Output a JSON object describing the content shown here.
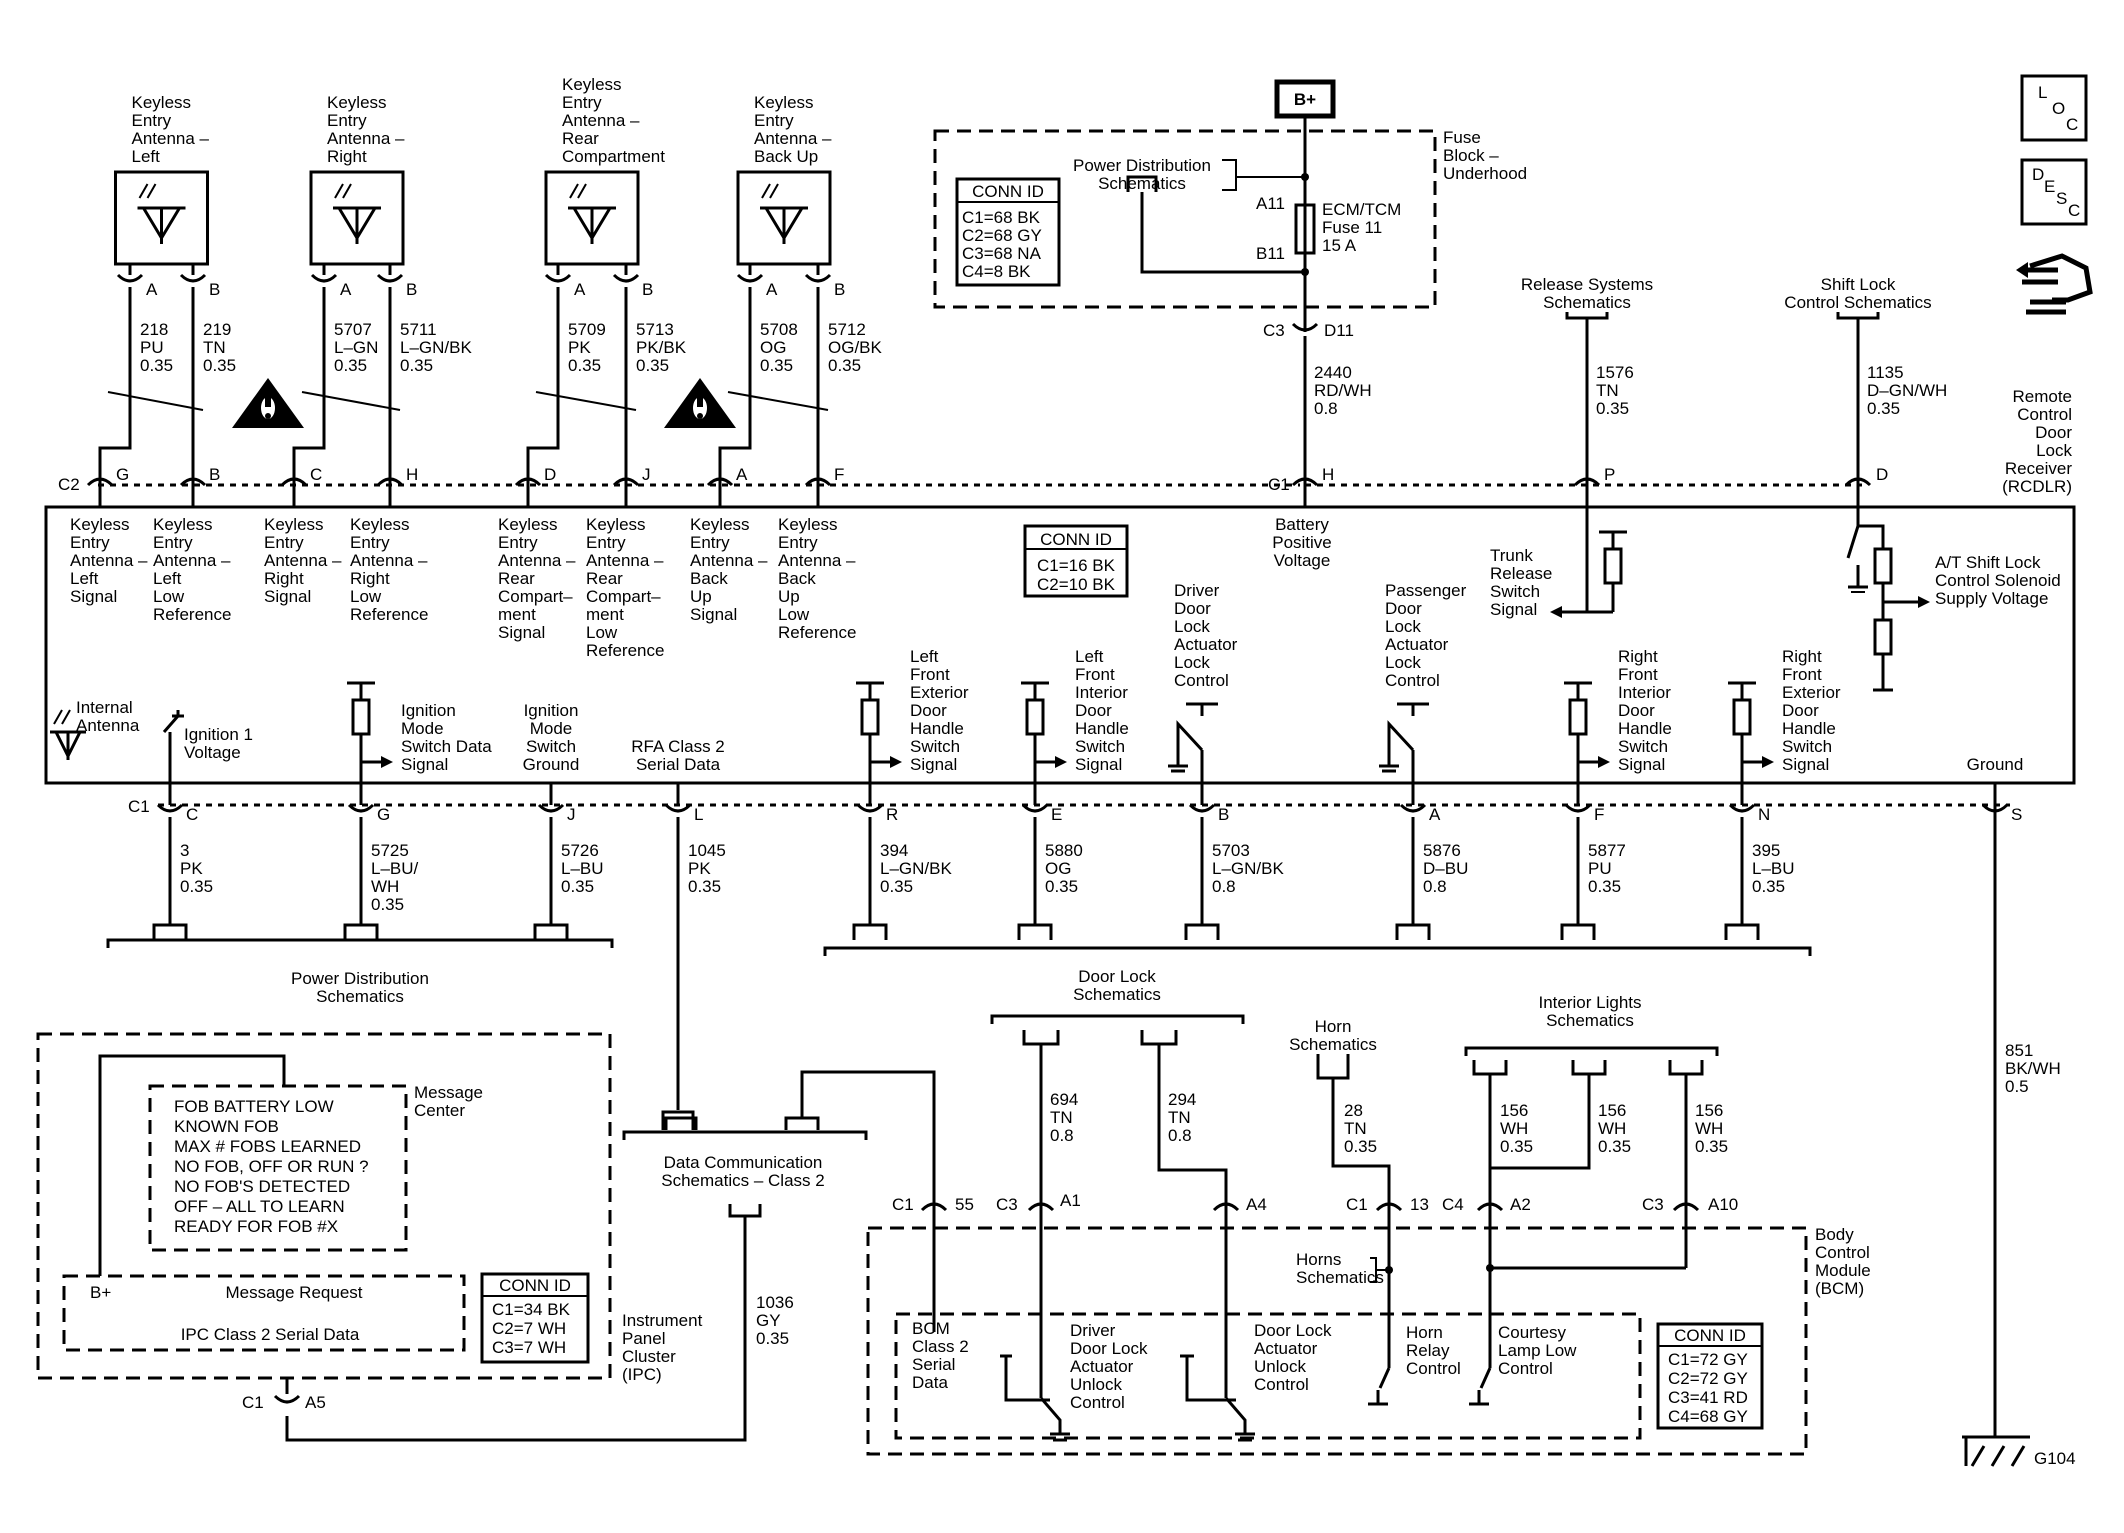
{
  "antennas": [
    {
      "label": [
        "Keyless",
        "Entry",
        "Antenna –",
        "Left"
      ],
      "pins": [
        "A",
        "B"
      ],
      "wires": [
        [
          "218",
          "PU",
          "0.35"
        ],
        [
          "219",
          "TN",
          "0.35"
        ]
      ],
      "conn_pins": [
        "G",
        "B"
      ],
      "signals": [
        [
          "Keyless",
          "Entry",
          "Antenna –",
          "Left",
          "Signal"
        ],
        [
          "Keyless",
          "Entry",
          "Antenna –",
          "Left",
          "Low",
          "Reference"
        ]
      ]
    },
    {
      "label": [
        "Keyless",
        "Entry",
        "Antenna –",
        "Right"
      ],
      "pins": [
        "A",
        "B"
      ],
      "wires": [
        [
          "5707",
          "L–GN",
          "0.35"
        ],
        [
          "5711",
          "L–GN/BK",
          "0.35"
        ]
      ],
      "conn_pins": [
        "C",
        "H"
      ],
      "signals": [
        [
          "Keyless",
          "Entry",
          "Antenna –",
          "Right",
          "Signal"
        ],
        [
          "Keyless",
          "Entry",
          "Antenna –",
          "Right",
          "Low",
          "Reference"
        ]
      ]
    },
    {
      "label": [
        "Keyless",
        "Entry",
        "Antenna –",
        "Rear",
        "Compartment"
      ],
      "pins": [
        "A",
        "B"
      ],
      "wires": [
        [
          "5709",
          "PK",
          "0.35"
        ],
        [
          "5713",
          "PK/BK",
          "0.35"
        ]
      ],
      "conn_pins": [
        "D",
        "J"
      ],
      "signals": [
        [
          "Keyless",
          "Entry",
          "Antenna –",
          "Rear",
          "Compart–",
          "ment",
          "Signal"
        ],
        [
          "Keyless",
          "Entry",
          "Antenna –",
          "Rear",
          "Compart–",
          "ment",
          "Low",
          "Reference"
        ]
      ]
    },
    {
      "label": [
        "Keyless",
        "Entry",
        "Antenna –",
        "Back Up"
      ],
      "pins": [
        "A",
        "B"
      ],
      "wires": [
        [
          "5708",
          "OG",
          "0.35"
        ],
        [
          "5712",
          "OG/BK",
          "0.35"
        ]
      ],
      "conn_pins": [
        "A",
        "F"
      ],
      "signals": [
        [
          "Keyless",
          "Entry",
          "Antenna –",
          "Back",
          "Up",
          "Signal"
        ],
        [
          "Keyless",
          "Entry",
          "Antenna –",
          "Back",
          "Up",
          "Low",
          "Reference"
        ]
      ]
    }
  ],
  "c2_label": "C2",
  "c1_label": "C1",
  "c3_label": "C3",
  "fuse_block": {
    "title": [
      "Fuse",
      "Block –",
      "Underhood"
    ],
    "bplus": "B+",
    "pds": [
      "Power Distribution",
      "Schematics"
    ],
    "conn_title": "CONN ID",
    "conn": [
      "C1=68 BK",
      "C2=68 GY",
      "C3=68 NA",
      "C4=8 BK"
    ],
    "a11": "A11",
    "b11": "B11",
    "fuse": [
      "ECM/TCM",
      "Fuse 11",
      "15 A"
    ],
    "d11": "D11"
  },
  "batt_wire": [
    "2440",
    "RD/WH",
    "0.8"
  ],
  "batt_pin": "H",
  "batt_signal": [
    "Battery",
    "Positive",
    "Voltage"
  ],
  "release": {
    "title": [
      "Release Systems",
      "Schematics"
    ],
    "wire": [
      "1576",
      "TN",
      "0.35"
    ],
    "pin": "P",
    "signal": [
      "Trunk",
      "Release",
      "Switch",
      "Signal"
    ]
  },
  "shiftlock": {
    "title": [
      "Shift Lock",
      "Control Schematics"
    ],
    "wire": [
      "1135",
      "D–GN/WH",
      "0.35"
    ],
    "pin": "D",
    "signal": [
      "A/T Shift Lock",
      "Control Solenoid",
      "Supply Voltage"
    ]
  },
  "rcdlr": {
    "title": [
      "Remote",
      "Control",
      "Door",
      "Lock",
      "Receiver",
      "(RCDLR)"
    ],
    "conn_title": "CONN ID",
    "conn": [
      "C1=16 BK",
      "C2=10 BK"
    ],
    "internal_antenna": [
      "Internal",
      "Antenna"
    ],
    "ground": "Ground"
  },
  "bottom_pins": [
    {
      "pin": "C",
      "wire": [
        "3",
        "PK",
        "0.35"
      ],
      "signal": [
        "Ignition 1",
        "Voltage"
      ]
    },
    {
      "pin": "G",
      "wire": [
        "5725",
        "L–BU/",
        "WH",
        "0.35"
      ],
      "signal": [
        "Ignition",
        "Mode",
        "Switch Data",
        "Signal"
      ]
    },
    {
      "pin": "J",
      "wire": [
        "5726",
        "L–BU",
        "0.35"
      ],
      "signal": [
        "Ignition",
        "Mode",
        "Switch",
        "Ground"
      ]
    },
    {
      "pin": "L",
      "wire": [
        "1045",
        "PK",
        "0.35"
      ],
      "signal": [
        "RFA Class 2",
        "Serial Data"
      ]
    },
    {
      "pin": "R",
      "wire": [
        "394",
        "L–GN/BK",
        "0.35"
      ],
      "signal": [
        "Left",
        "Front",
        "Exterior",
        "Door",
        "Handle",
        "Switch",
        "Signal"
      ]
    },
    {
      "pin": "E",
      "wire": [
        "5880",
        "OG",
        "0.35"
      ],
      "signal": [
        "Left",
        "Front",
        "Interior",
        "Door",
        "Handle",
        "Switch",
        "Signal"
      ]
    },
    {
      "pin": "B",
      "wire": [
        "5703",
        "L–GN/BK",
        "0.8"
      ],
      "signal": [
        "Driver",
        "Door",
        "Lock",
        "Actuator",
        "Lock",
        "Control"
      ]
    },
    {
      "pin": "A",
      "wire": [
        "5876",
        "D–BU",
        "0.8"
      ],
      "signal": [
        "Passenger",
        "Door",
        "Lock",
        "Actuator",
        "Lock",
        "Control"
      ]
    },
    {
      "pin": "F",
      "wire": [
        "5877",
        "PU",
        "0.35"
      ],
      "signal": [
        "Right",
        "Front",
        "Interior",
        "Door",
        "Handle",
        "Switch",
        "Signal"
      ]
    },
    {
      "pin": "N",
      "wire": [
        "395",
        "L–BU",
        "0.35"
      ],
      "signal": [
        "Right",
        "Front",
        "Exterior",
        "Door",
        "Handle",
        "Switch",
        "Signal"
      ]
    },
    {
      "pin": "S",
      "wire": [
        "851",
        "BK/WH",
        "0.5"
      ],
      "signal": []
    }
  ],
  "pds_bottom": [
    "Power Distribution",
    "Schematics"
  ],
  "door_lock_title": [
    "Door Lock",
    "Schematics"
  ],
  "door_lock_wires": [
    [
      "694",
      "TN",
      "0.8"
    ],
    [
      "294",
      "TN",
      "0.8"
    ]
  ],
  "horn": {
    "title": [
      "Horn",
      "Schematics"
    ],
    "wire": [
      "28",
      "TN",
      "0.35"
    ],
    "pin": "13"
  },
  "interior": {
    "title": [
      "Interior Lights",
      "Schematics"
    ],
    "wires": [
      [
        "156",
        "WH",
        "0.35"
      ],
      [
        "156",
        "WH",
        "0.35"
      ],
      [
        "156",
        "WH",
        "0.35"
      ]
    ]
  },
  "dcs": [
    "Data Communication",
    "Schematics – Class 2"
  ],
  "gy_wire": [
    "1036",
    "GY",
    "0.35"
  ],
  "ipc": {
    "title": [
      "Instrument",
      "Panel",
      "Cluster",
      "(IPC)"
    ],
    "message_center": [
      "Message",
      "Center"
    ],
    "messages": [
      "FOB BATTERY LOW",
      "KNOWN FOB",
      "MAX # FOBS LEARNED",
      "NO FOB, OFF OR RUN ?",
      "NO FOB'S DETECTED",
      "OFF – ALL TO LEARN",
      "READY FOR FOB #X"
    ],
    "bplus": "B+",
    "message_request": "Message Request",
    "serial": "IPC Class 2 Serial Data",
    "conn_title": "CONN ID",
    "conn": [
      "C1=34 BK",
      "C2=7 WH",
      "C3=7 WH"
    ],
    "pin": "A5"
  },
  "bcm": {
    "title": [
      "Body",
      "Control",
      "Module",
      "(BCM)"
    ],
    "conn_title": "CONN ID",
    "conn": [
      "C1=72 GY",
      "C2=72 GY",
      "C3=41 RD",
      "C4=68 GY"
    ],
    "pins": {
      "p55": "55",
      "a1": "A1",
      "a4": "A4",
      "a2": "A2",
      "a10": "A10",
      "c4": "C4"
    },
    "serial": [
      "BCM",
      "Class 2",
      "Serial",
      "Data"
    ],
    "driver_unlock": [
      "Driver",
      "Door Lock",
      "Actuator",
      "Unlock",
      "Control"
    ],
    "door_unlock": [
      "Door Lock",
      "Actuator",
      "Unlock",
      "Control"
    ],
    "horns": [
      "Horns",
      "Schematics"
    ],
    "horn_relay": [
      "Horn",
      "Relay",
      "Control"
    ],
    "courtesy": [
      "Courtesy",
      "Lamp Low",
      "Control"
    ]
  },
  "ground_label": "G104",
  "loc": [
    "L",
    "O",
    "C"
  ],
  "desc": [
    "D",
    "E",
    "S",
    "C"
  ]
}
